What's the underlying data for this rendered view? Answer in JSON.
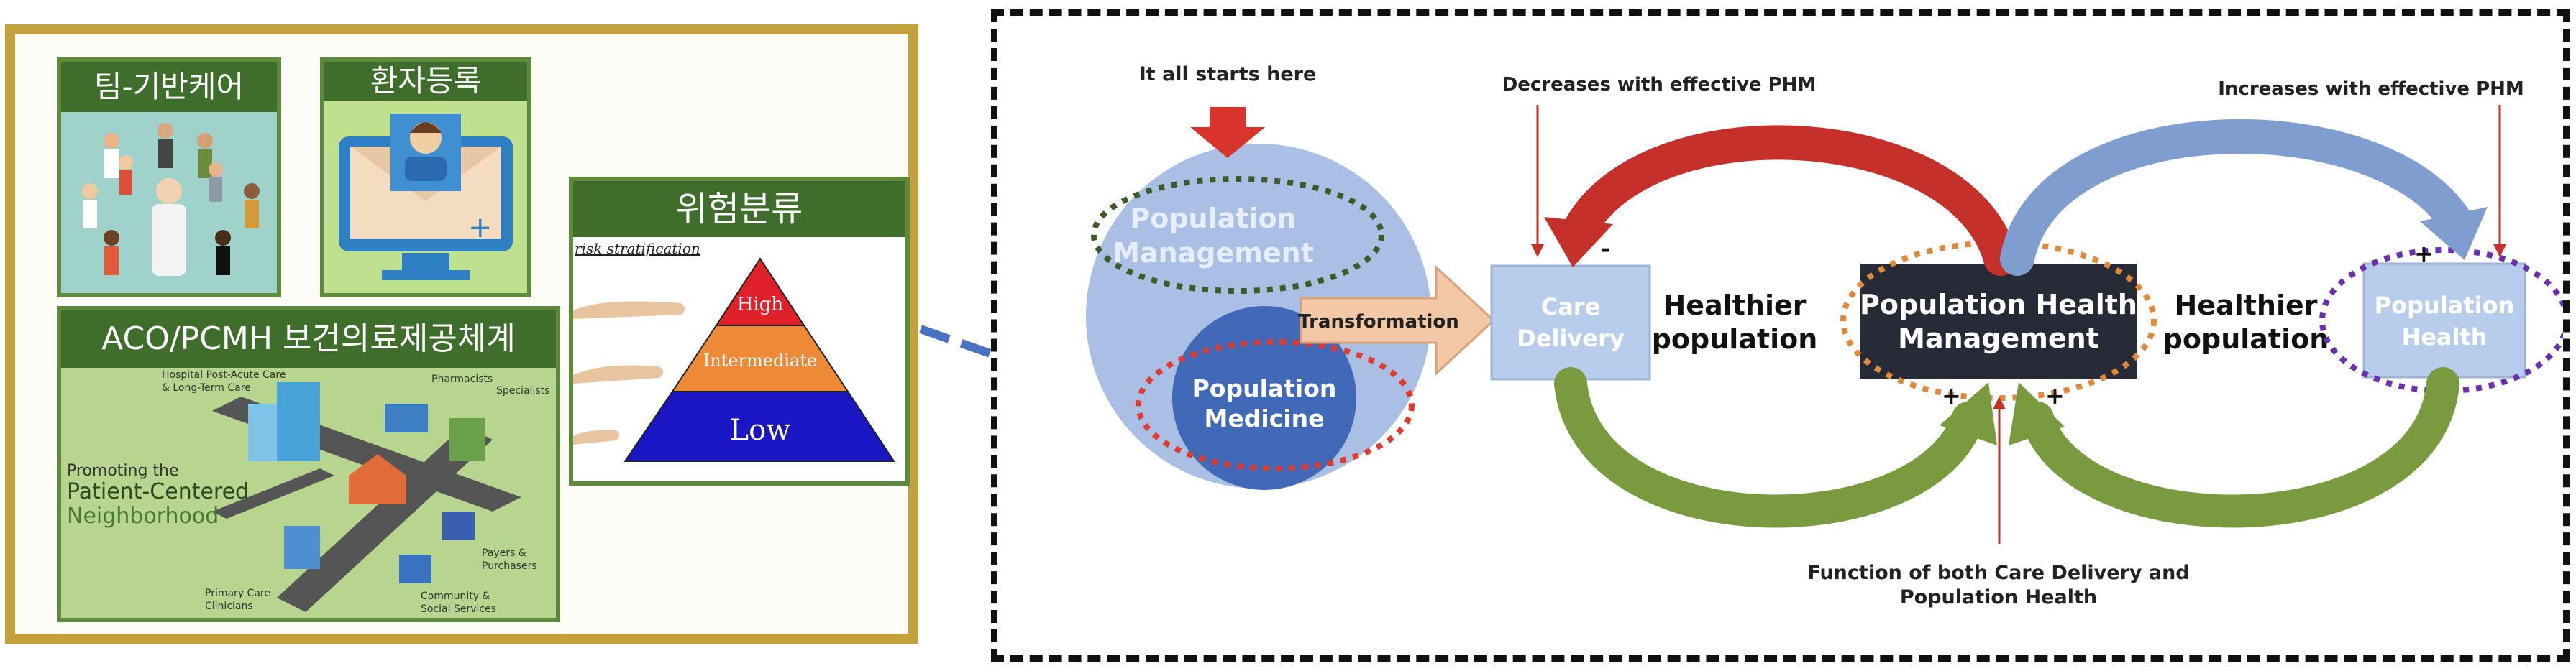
{
  "left": {
    "team_care": {
      "title": "팀-기반케어"
    },
    "patient_registry": {
      "title": "환자등록"
    },
    "risk": {
      "title": "위험분류",
      "subtitle": "risk stratification",
      "levels": [
        "High",
        "Intermediate",
        "Low"
      ]
    },
    "aco": {
      "title": "ACO/PCMH 보건의료제공체계",
      "map_title_line1": "Promoting the",
      "map_title_line2": "Patient-Centered",
      "map_title_line3": "Neighborhood",
      "map_labels": [
        "Hospital Post-Acute Care",
        "& Long-Term Care",
        "Pharmacists",
        "Specialists",
        "Payers &",
        "Purchasers",
        "Community &",
        "Social Services",
        "Primary Care",
        "Clinicians"
      ]
    }
  },
  "right": {
    "start_label": "It all starts here",
    "population_management": [
      "Population",
      "Management"
    ],
    "population_medicine": [
      "Population",
      "Medicine"
    ],
    "transformation": "Transformation",
    "care_delivery": [
      "Care",
      "Delivery"
    ],
    "healthier_left": [
      "Healthier",
      "population"
    ],
    "phm": [
      "Population Health",
      "Management"
    ],
    "healthier_right": [
      "Healthier",
      "population"
    ],
    "population_health": [
      "Population",
      "Health"
    ],
    "decreases": "Decreases with effective PHM",
    "increases": "Increases with effective PHM",
    "function_of": [
      "Function of both Care Delivery and",
      "Population Health"
    ],
    "signs": {
      "minus": "-",
      "plus": "+"
    }
  },
  "colors": {
    "gold_border": "#c2a03c",
    "tile_green": "#3f6d2c",
    "circle_blue": "#a9bfe3",
    "dark_blue": "#4169b8",
    "box_blue": "#b8cdec",
    "phm_box": "#262a36",
    "red_arrow": "#c6302b",
    "blue_arrow": "#7f9ecf",
    "green_arrow": "#7a9a3f"
  }
}
